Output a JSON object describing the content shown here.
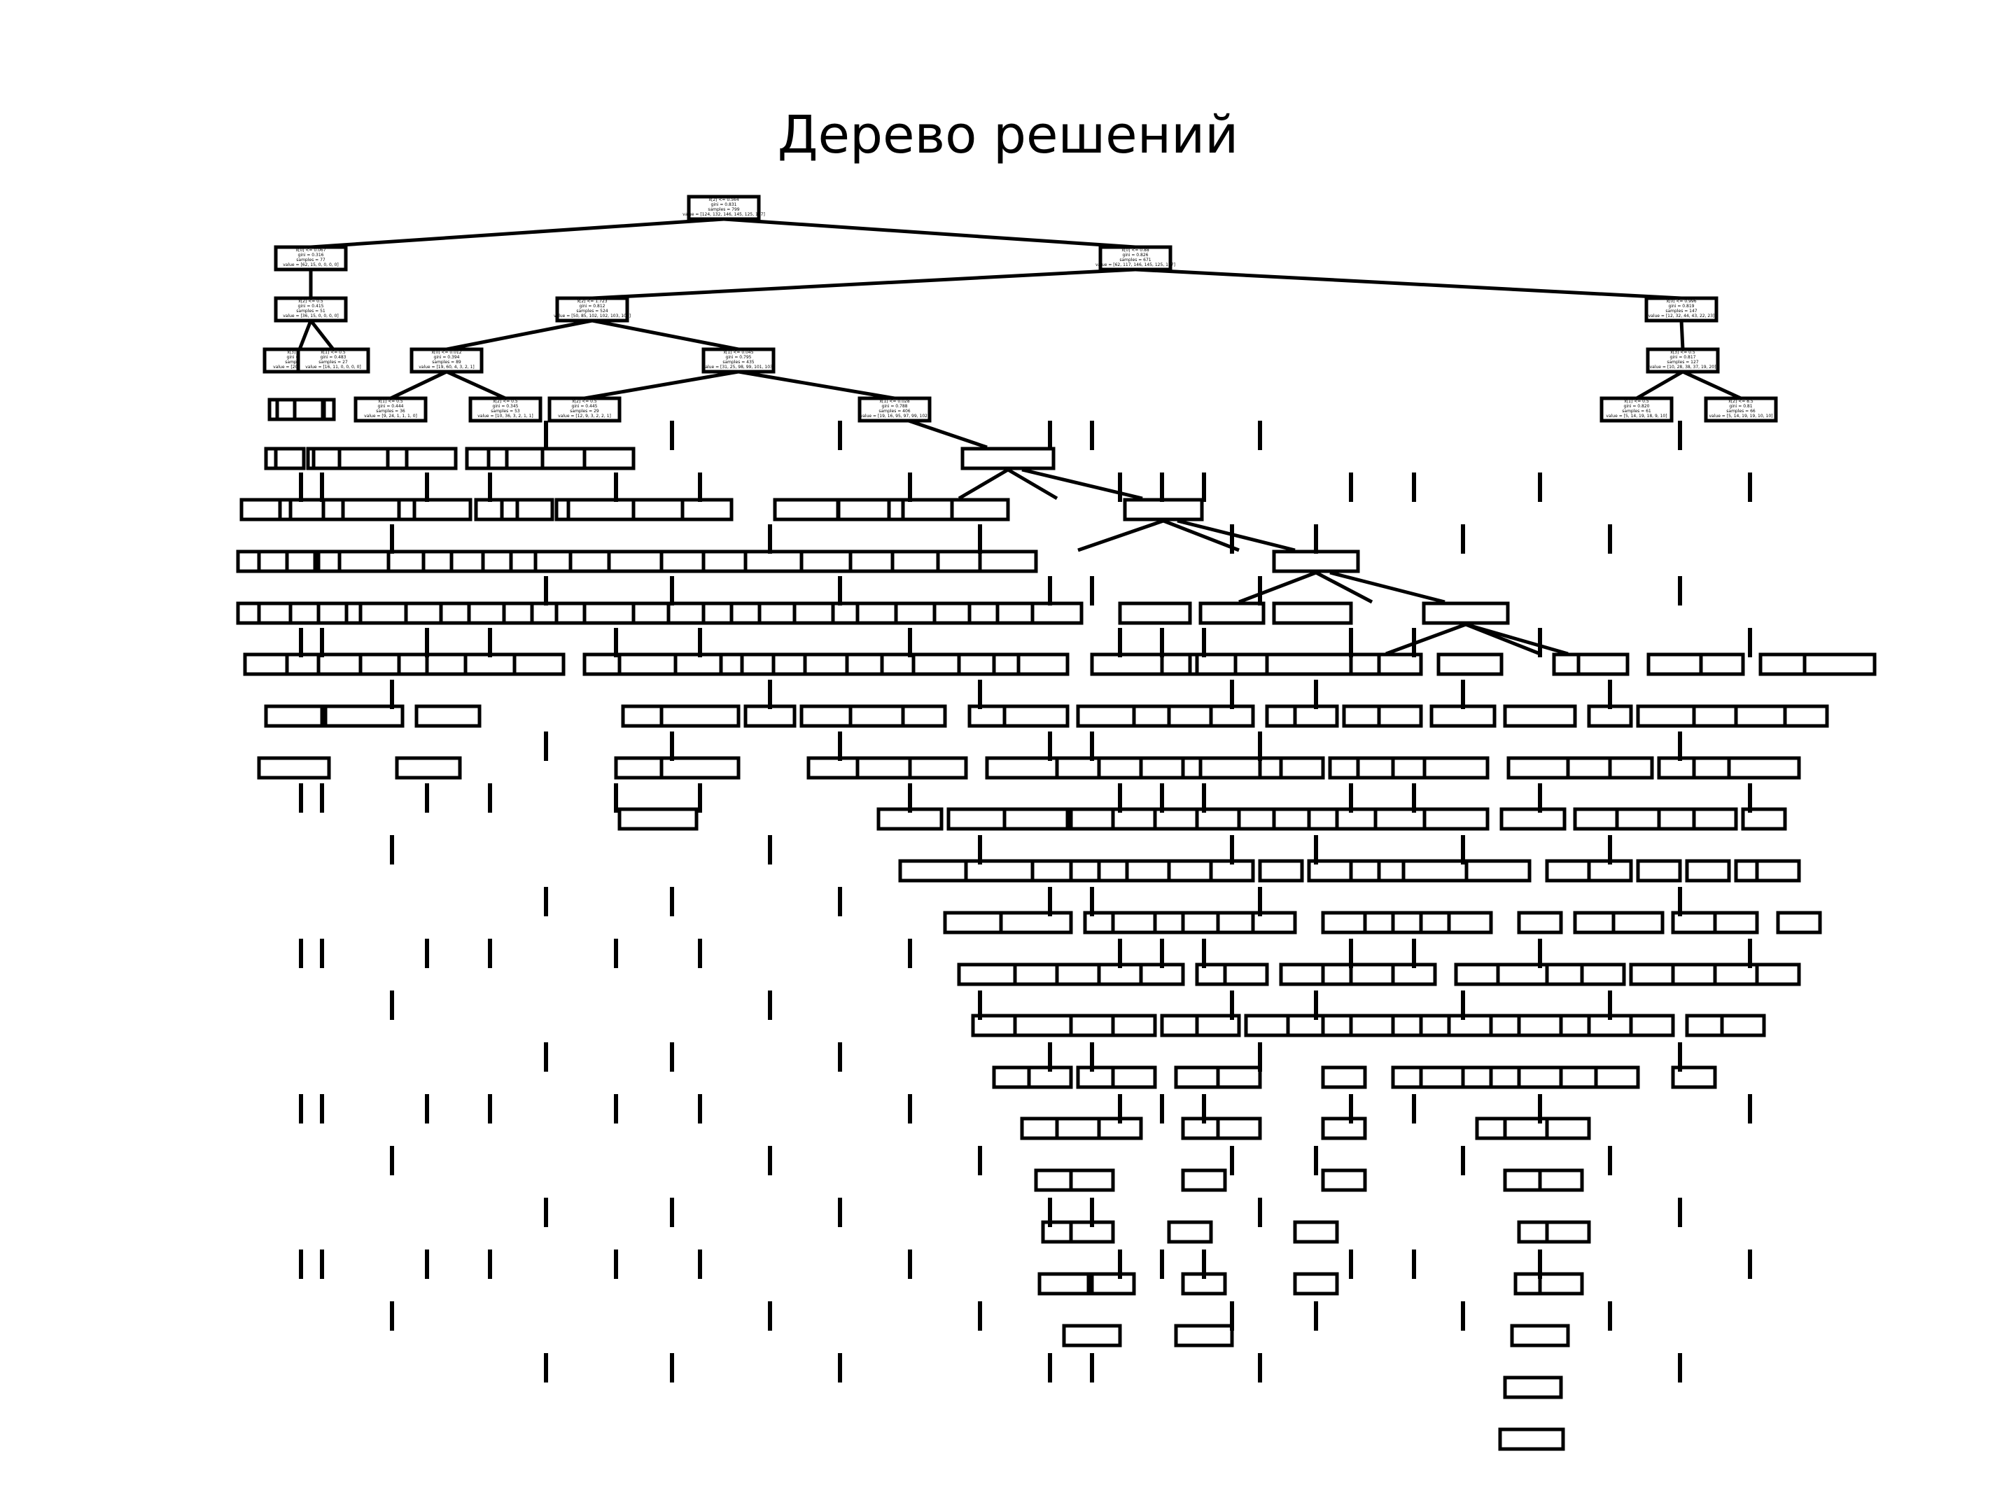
{
  "title": "Дерево решений",
  "colors": {
    "stroke": "#000000",
    "fill": "#ffffff",
    "text": "#000000"
  },
  "root": {
    "lines": [
      "x[2] <= 0.564",
      "gini = 0.831",
      "samples = 799",
      "value = [124, 132, 146, 145, 125, 127]"
    ],
    "children": [
      {
        "lines": [
          "x[0] <= 0.067",
          "gini = 0.316",
          "samples = 77",
          "value = [62, 15, 0, 0, 0, 0]"
        ],
        "children": [
          {
            "lines": [
              "x[2] <= 0.5",
              "gini = 0.415",
              "samples = 51",
              "value = [36, 15, 0, 0, 0, 0]"
            ],
            "children": [
              {
                "lines": [
                  "x[3] <= 0.5",
                  "gini = 0.278",
                  "samples = 24",
                  "value = [20, 4, 0, 0, 0, 0]"
                ]
              },
              {
                "lines": [
                  "x[1] <= 0.5",
                  "gini = 0.483",
                  "samples = 27",
                  "value = [16, 11, 0, 0, 0, 0]"
                ]
              }
            ]
          }
        ]
      },
      {
        "lines": [
          "x[0] <= 0.88",
          "gini = 0.826",
          "samples = 671",
          "value = [62, 117, 146, 145, 125, 127]"
        ],
        "children": [
          {
            "lines": [
              "x[2] <= 1.723",
              "gini = 0.812",
              "samples = 524",
              "value = [50, 85, 102, 102, 103, 104]"
            ],
            "children": [
              {
                "lines": [
                  "x[0] <= 0.012",
                  "gini = 0.394",
                  "samples = 89",
                  "value = [19, 60, 4, 3, 2, 1]"
                ],
                "children": [
                  {
                    "lines": [
                      "x[1] <= 0.5",
                      "gini = 0.444",
                      "samples = 36",
                      "value = [9, 24, 1, 1, 1, 0]"
                    ]
                  },
                  {
                    "lines": [
                      "x[2] <= 0.5",
                      "gini = 0.345",
                      "samples = 53",
                      "value = [10, 36, 3, 2, 1, 1]"
                    ]
                  }
                ]
              },
              {
                "lines": [
                  "x[1] <= 0.045",
                  "gini = 0.795",
                  "samples = 435",
                  "value = [31, 25, 98, 99, 101, 103]"
                ],
                "children": [
                  {
                    "lines": [
                      "x[2] <= 0.5",
                      "gini = 0.445",
                      "samples = 29",
                      "value = [12, 9, 3, 2, 2, 1]"
                    ]
                  },
                  {
                    "lines": [
                      "x[1] <= 0.028",
                      "gini = 0.788",
                      "samples = 406",
                      "value = [19, 16, 95, 97, 99, 102]"
                    ]
                  }
                ]
              }
            ]
          },
          {
            "lines": [
              "x[0] <= 0.996",
              "gini = 0.819",
              "samples = 147",
              "value = [12, 32, 44, 43, 22, 23]"
            ],
            "children": [
              {
                "lines": [
                  "x[3] <= 0.5",
                  "gini = 0.817",
                  "samples = 127",
                  "value = [10, 28, 38, 37, 19, 20]"
                ],
                "children": [
                  {
                    "lines": [
                      "x[1] <= 0.5",
                      "gini = 0.820",
                      "samples = 61",
                      "value = [5, 14, 19, 18, 9, 10]"
                    ]
                  },
                  {
                    "lines": [
                      "x[2] <= 8.5",
                      "gini = 0.81",
                      "samples = 66",
                      "value = [5, 14, 19, 19, 10, 10]"
                    ]
                  }
                ]
              }
            ]
          }
        ]
      }
    ]
  }
}
